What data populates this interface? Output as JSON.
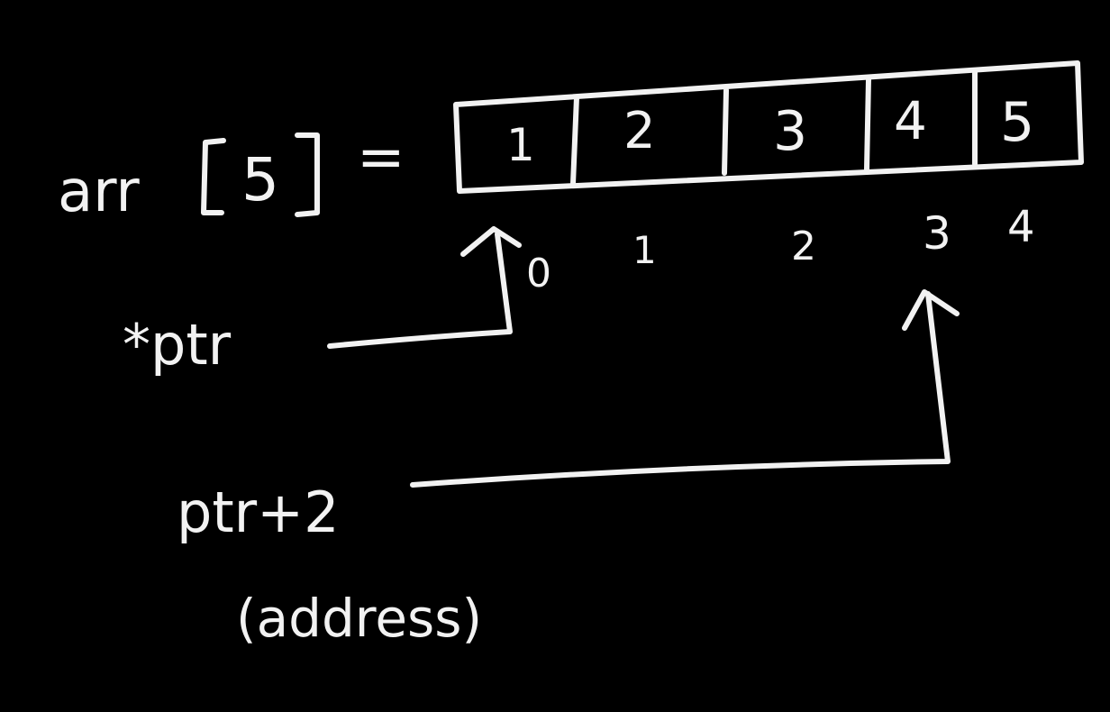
{
  "colors": {
    "background": "#000000",
    "ink": "#f2f2f2"
  },
  "array": {
    "name": "arr",
    "size": "5",
    "equals": "=",
    "values": [
      "1",
      "2",
      "3",
      "4",
      "5"
    ],
    "indices": [
      "0",
      "1",
      "2",
      "3",
      "4"
    ]
  },
  "pointers": {
    "deref_label": "*ptr",
    "offset_label": "ptr+2",
    "offset_note": "(address)"
  }
}
